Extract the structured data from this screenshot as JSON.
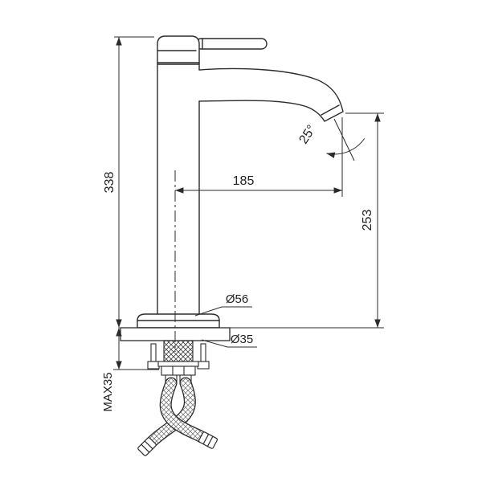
{
  "colors": {
    "line": "#2b2b2b",
    "background": "#ffffff"
  },
  "dimensions": {
    "total_height": "338",
    "spout_reach": "185",
    "spout_height_above_deck": "253",
    "spout_angle": "25°",
    "base_diameter": "Ø56",
    "mounting_hole_diameter": "Ø35",
    "max_mounting_thickness": "MAX35"
  }
}
